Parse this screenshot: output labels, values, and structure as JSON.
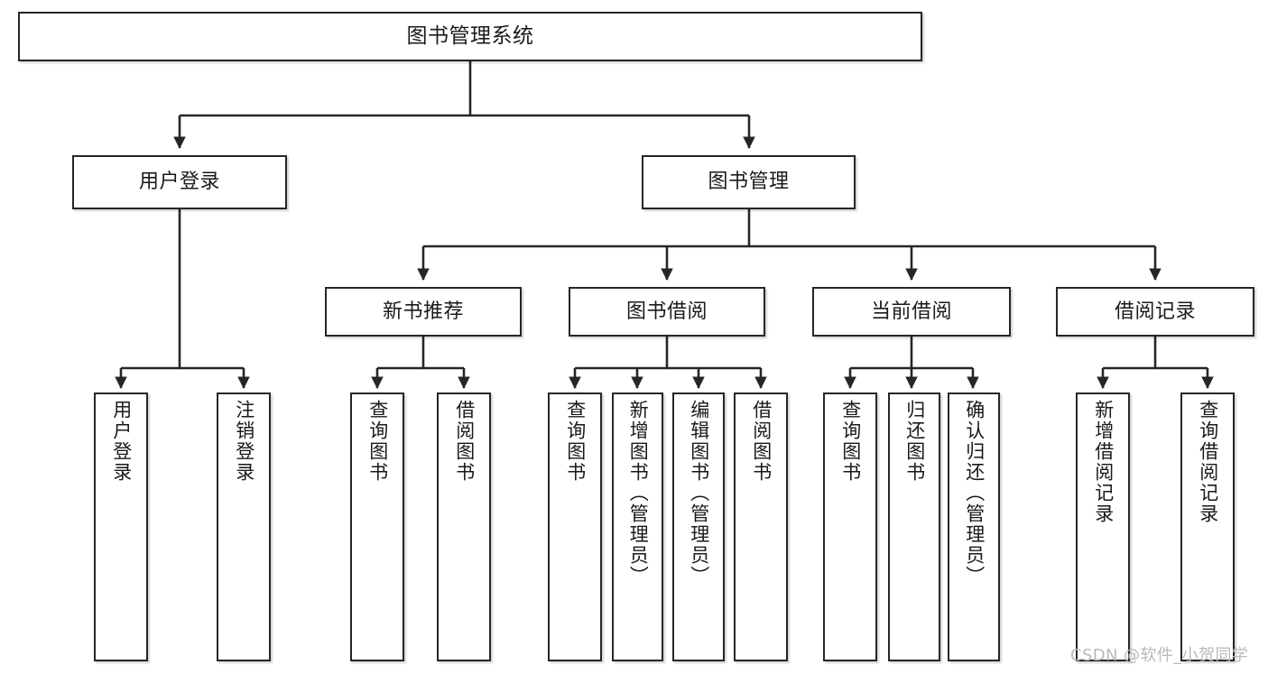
{
  "diagram": {
    "title": "图书管理系统",
    "type": "tree",
    "colors": {
      "box_border": "#262626",
      "box_fill": "#ffffff",
      "text": "#1a1a1a",
      "connector": "#262626",
      "watermark": "#b9b9b9"
    },
    "watermark": "CSDN @软件_小贺同学",
    "nodes": {
      "root": {
        "label": "图书管理系统"
      },
      "level2": [
        {
          "id": "user-login",
          "label": "用户登录"
        },
        {
          "id": "book-manage",
          "label": "图书管理"
        }
      ],
      "level3": [
        {
          "id": "new-book-recommend",
          "label": "新书推荐"
        },
        {
          "id": "book-borrow",
          "label": "图书借阅"
        },
        {
          "id": "current-borrow",
          "label": "当前借阅"
        },
        {
          "id": "borrow-record",
          "label": "借阅记录"
        }
      ],
      "leaves": {
        "user-login": [
          {
            "id": "leaf-user-login",
            "label": "用户登录"
          },
          {
            "id": "leaf-logout",
            "label": "注销登录"
          }
        ],
        "new-book-recommend": [
          {
            "id": "leaf-query-book-1",
            "label": "查询图书"
          },
          {
            "id": "leaf-borrow-book-1",
            "label": "借阅图书"
          }
        ],
        "book-borrow": [
          {
            "id": "leaf-query-book-2",
            "label": "查询图书"
          },
          {
            "id": "leaf-add-book",
            "label": "新增图书（管理员）"
          },
          {
            "id": "leaf-edit-book",
            "label": "编辑图书（管理员）"
          },
          {
            "id": "leaf-borrow-book-2",
            "label": "借阅图书"
          }
        ],
        "current-borrow": [
          {
            "id": "leaf-query-book-3",
            "label": "查询图书"
          },
          {
            "id": "leaf-return-book",
            "label": "归还图书"
          },
          {
            "id": "leaf-confirm-return",
            "label": "确认归还（管理员）"
          }
        ],
        "borrow-record": [
          {
            "id": "leaf-add-record",
            "label": "新增借阅记录"
          },
          {
            "id": "leaf-query-record",
            "label": "查询借阅记录"
          }
        ]
      }
    }
  }
}
